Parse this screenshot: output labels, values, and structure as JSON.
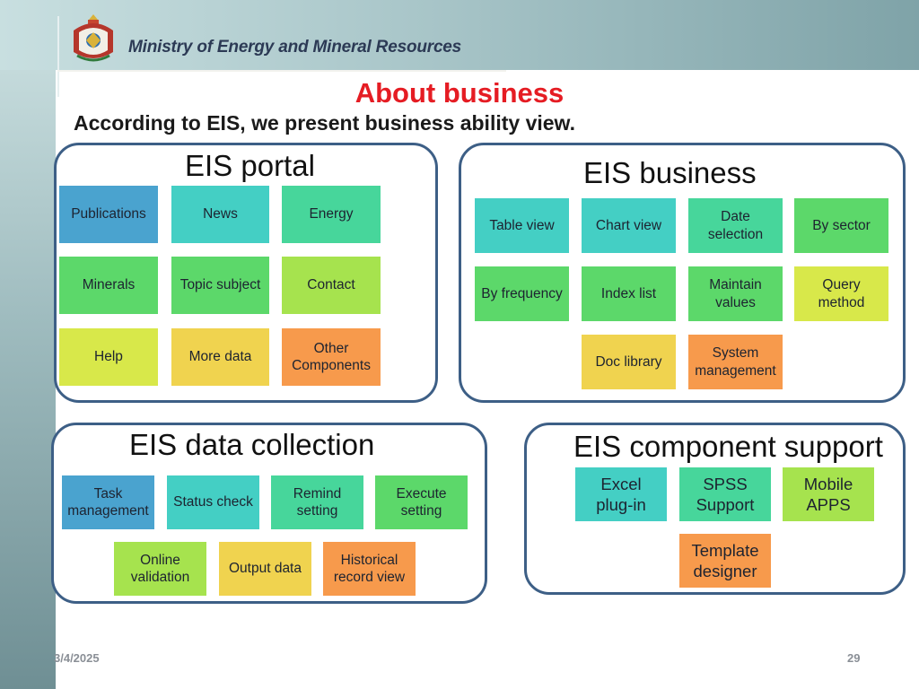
{
  "header": {
    "ministry": "Ministry  of Energy and Mineral Resources"
  },
  "title": "About business",
  "subtitle": "According to EIS, we present business ability view.",
  "portal": {
    "title": "EIS portal",
    "tiles": [
      "Publications",
      "News",
      "Energy",
      "Minerals",
      "Topic subject",
      "Contact",
      "Help",
      "More data",
      "Other Components"
    ]
  },
  "business": {
    "title": "EIS business",
    "tiles": [
      "Table view",
      "Chart view",
      "Date selection",
      "By sector",
      "By frequency",
      "Index list",
      "Maintain values",
      "Query method",
      "Doc library",
      "System management"
    ]
  },
  "collection": {
    "title": "EIS data collection",
    "tiles": [
      "Task management",
      "Status check",
      "Remind setting",
      "Execute setting",
      "Online validation",
      "Output data",
      "Historical record view"
    ]
  },
  "component": {
    "title": "EIS component support",
    "tiles": [
      "Excel plug-in",
      "SPSS Support",
      "Mobile APPS",
      "Template designer"
    ]
  },
  "footer": {
    "date": "3/4/2025",
    "page": "29"
  },
  "colors": {
    "title_red": "#e51c23",
    "panel_border": "#3d5f86"
  }
}
